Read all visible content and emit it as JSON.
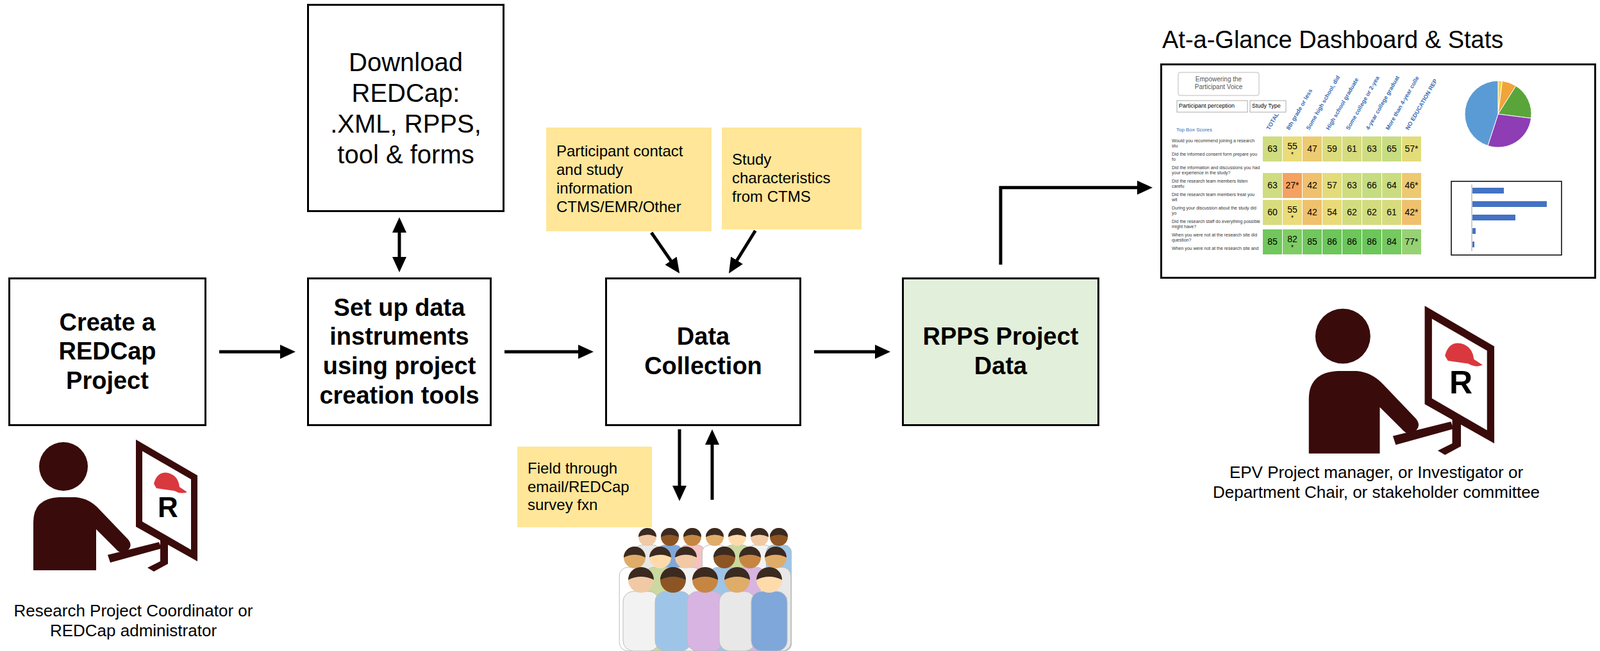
{
  "diagram": {
    "nodes": [
      {
        "text": [
          "Create a REDCap Project"
        ]
      },
      {
        "text": [
          "Download REDCap: .XML, RPPS, tool & forms"
        ]
      },
      {
        "text": [
          "Set up data instruments using project creation tools"
        ]
      },
      {
        "text": [
          "Participant contact and study information CTMS/EMR/Other"
        ]
      },
      {
        "text": [
          "Study characteristics from CTMS"
        ]
      },
      {
        "text": [
          "Data Collection"
        ]
      },
      {
        "text": [
          "Field through email/REDCap survey fxn"
        ]
      },
      {
        "text": [
          "RPPS Project Data"
        ]
      },
      {
        "text": [
          "At-a-Glance Dashboard & Stats"
        ]
      }
    ],
    "edges": [
      {
        "from": 0,
        "to": 2,
        "arrow": "to"
      },
      {
        "from": 2,
        "to": 1,
        "arrow": "both"
      },
      {
        "from": 2,
        "to": 5,
        "arrow": "to"
      },
      {
        "from": 3,
        "to": 5,
        "arrow": "to"
      },
      {
        "from": 4,
        "to": 5,
        "arrow": "to"
      },
      {
        "from": 5,
        "to": 7,
        "arrow": "to"
      },
      {
        "from": 7,
        "to": 8,
        "arrow": "to"
      }
    ],
    "labels": [
      "Research Project Coordinator or REDCap administrator",
      "R",
      "EPV Project manager, or Investigator or Department Chair, or stakeholder committee",
      "R",
      "Empowering the Participant Voice",
      "Participant perception",
      "Study Type",
      "Top Box Scores",
      "TOTAL",
      "8th grade or less",
      "Some high school, did",
      "High school graduate",
      "Some college or 2-yea",
      "4-year college graduat",
      "More than 4-year colle",
      "NO EDUCATION REP",
      "Would you recommend joining a research stu",
      "Did the informed consent form prepare you fo",
      "Did the information and discussions you had your experience in the study?",
      "Did the research team members listen carefu",
      "Did the research team members treat you wit",
      "During your discussion about the study did yo",
      "Did the research staff do everything possible might have?",
      "When you were not at the research site did question?",
      "When you were not at the research site and",
      "63",
      "55",
      "47",
      "59",
      "61",
      "63",
      "65",
      "57*",
      "63",
      "27*",
      "42",
      "57",
      "63",
      "66",
      "64",
      "46*",
      "60",
      "55",
      "42",
      "54",
      "62",
      "62",
      "61",
      "42*",
      "85",
      "82",
      "85",
      "86",
      "86",
      "86",
      "84",
      "77*",
      "*",
      "*",
      "*"
    ]
  }
}
